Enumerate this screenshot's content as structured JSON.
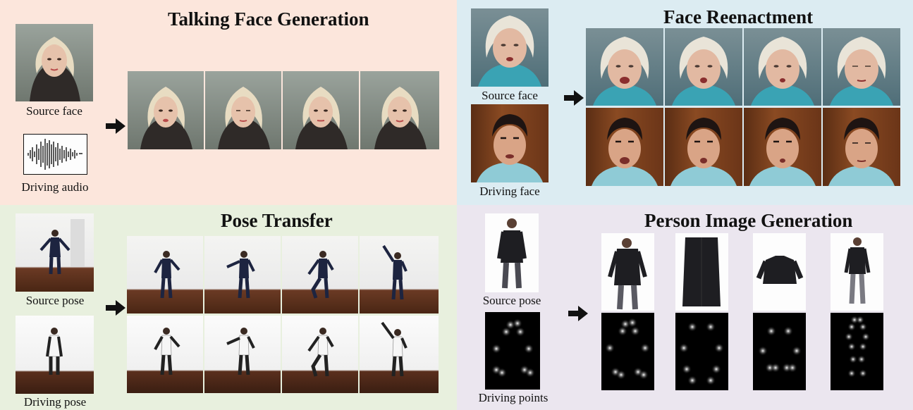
{
  "talking_face": {
    "title": "Talking Face Generation",
    "source_caption": "Source face",
    "audio_caption": "Driving audio"
  },
  "face_reenactment": {
    "title": "Face Reenactment",
    "source_caption": "Source face",
    "driving_caption": "Driving face"
  },
  "pose_transfer": {
    "title": "Pose Transfer",
    "source_caption": "Source pose",
    "driving_caption": "Driving pose"
  },
  "person_image": {
    "title": "Person Image Generation",
    "source_caption": "Source pose",
    "driving_caption": "Driving points"
  },
  "colors": {
    "talking_bg": "#fce6dc",
    "reenactment_bg": "#dcecf2",
    "pose_bg": "#e8f0de",
    "person_bg": "#ebe6ef"
  }
}
